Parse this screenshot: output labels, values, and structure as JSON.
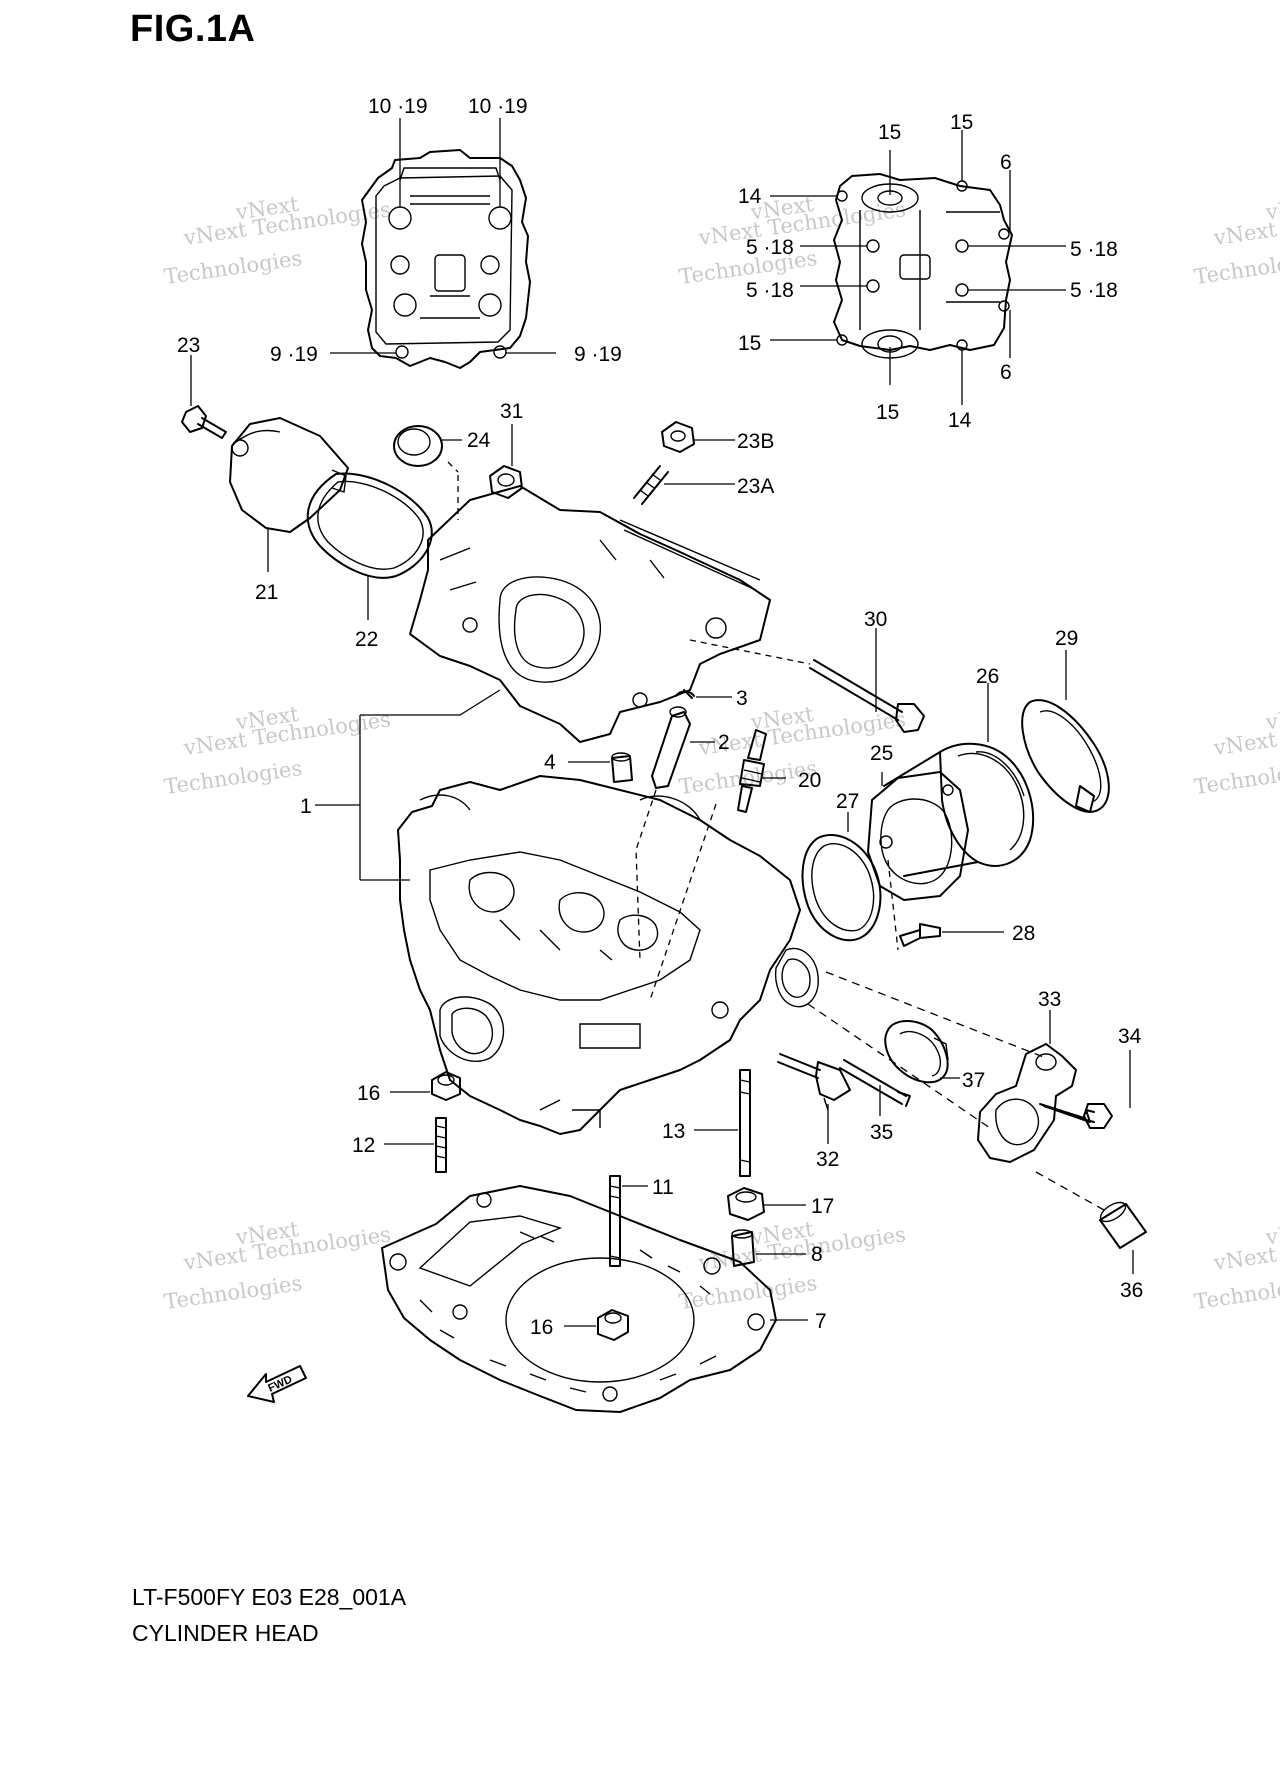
{
  "figure": {
    "title": "FIG.1A",
    "model_code": "LT-F500FY E03 E28_001A",
    "name": "CYLINDER HEAD",
    "fwd_label": "FWD"
  },
  "watermark": {
    "line1": "vNext Technologies",
    "line2": "vNext",
    "line3": "Technologies"
  },
  "callouts": {
    "c1": "1",
    "c2": "2",
    "c3": "3",
    "c4": "4",
    "c6a": "6",
    "c6b": "6",
    "c7": "7",
    "c8": "8",
    "c9a": "9 ·19",
    "c9b": "9 ·19",
    "c10a": "10 ·19",
    "c10b": "10 ·19",
    "c11": "11",
    "c12": "12",
    "c13": "13",
    "c14a": "14",
    "c14b": "14",
    "c15a": "15",
    "c15b": "15",
    "c15c": "15",
    "c15d": "15",
    "c16a": "16",
    "c16b": "16",
    "c17": "17",
    "c5a": "5 ·18",
    "c5b": "5 ·18",
    "c5c": "5 ·18",
    "c5d": "5 ·18",
    "c20": "20",
    "c21": "21",
    "c22": "22",
    "c23": "23",
    "c23a": "23A",
    "c23b": "23B",
    "c24": "24",
    "c25": "25",
    "c26": "26",
    "c27": "27",
    "c28": "28",
    "c29": "29",
    "c30": "30",
    "c31": "31",
    "c32": "32",
    "c33": "33",
    "c34": "34",
    "c35": "35",
    "c36": "36",
    "c37": "37"
  }
}
